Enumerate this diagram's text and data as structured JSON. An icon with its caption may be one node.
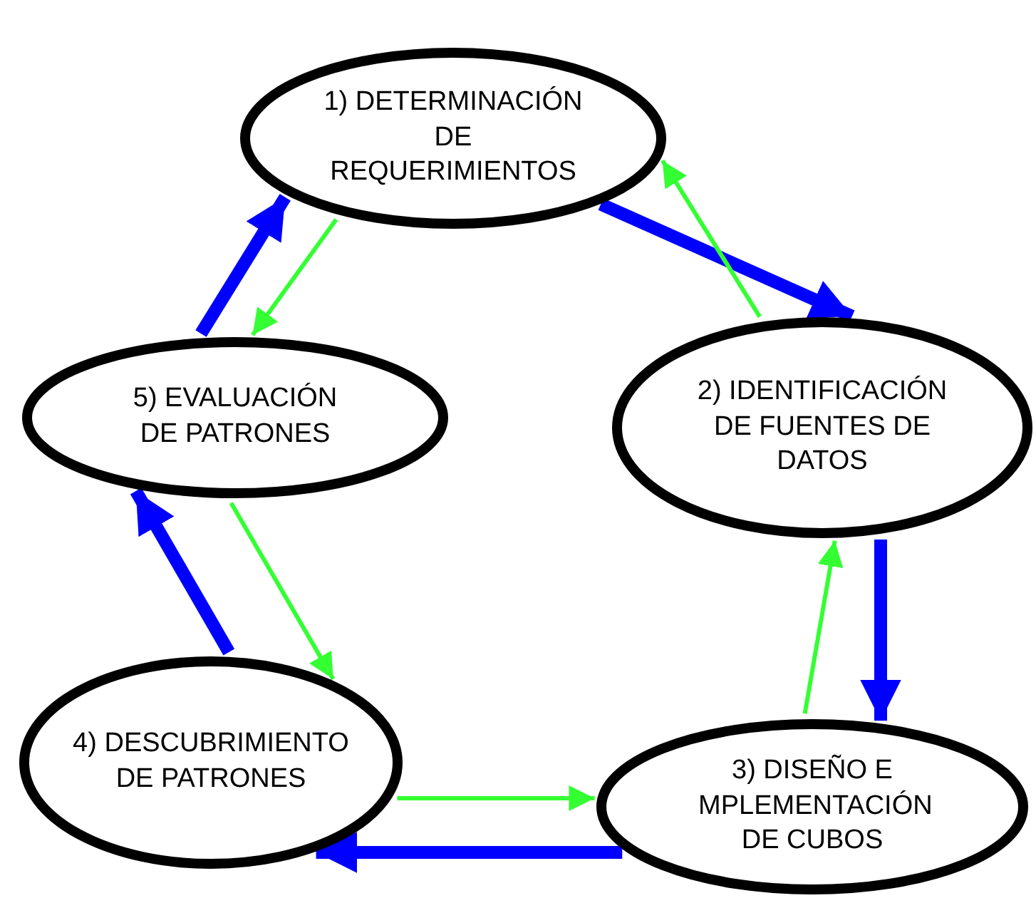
{
  "diagram": {
    "nodes": [
      {
        "text": [
          "1) DETERMINACIÓN DE REQUERIMIENTOS"
        ]
      },
      {
        "text": [
          "2) IDENTIFICACIÓN DE FUENTES DE DATOS"
        ]
      },
      {
        "text": [
          "3) DISEÑO E MPLEMENTACIÓN DE CUBOS"
        ]
      },
      {
        "text": [
          "4) DESCUBRIMIENTO DE PATRONES"
        ]
      },
      {
        "text": [
          "5) EVALUACIÓN DE PATRONES"
        ]
      }
    ],
    "edges": [
      {
        "from": 0,
        "to": 1,
        "arrow": "to",
        "style": "thick"
      },
      {
        "from": 1,
        "to": 0,
        "arrow": "to",
        "color": "#33ff33"
      },
      {
        "from": 1,
        "to": 2,
        "arrow": "to",
        "style": "thick"
      },
      {
        "from": 2,
        "to": 1,
        "arrow": "to",
        "color": "#33ff33"
      },
      {
        "from": 3,
        "to": 2,
        "arrow": "to",
        "color": "#33ff33"
      },
      {
        "from": 2,
        "to": 3,
        "arrow": "to",
        "style": "thick"
      },
      {
        "from": 4,
        "to": 3,
        "arrow": "to",
        "color": "#33ff33"
      },
      {
        "from": 3,
        "to": 4,
        "arrow": "to",
        "style": "thick"
      },
      {
        "from": 0,
        "to": 4,
        "arrow": "to",
        "color": "#33ff33"
      },
      {
        "from": 4,
        "to": 0,
        "arrow": "to",
        "style": "thick"
      }
    ]
  }
}
